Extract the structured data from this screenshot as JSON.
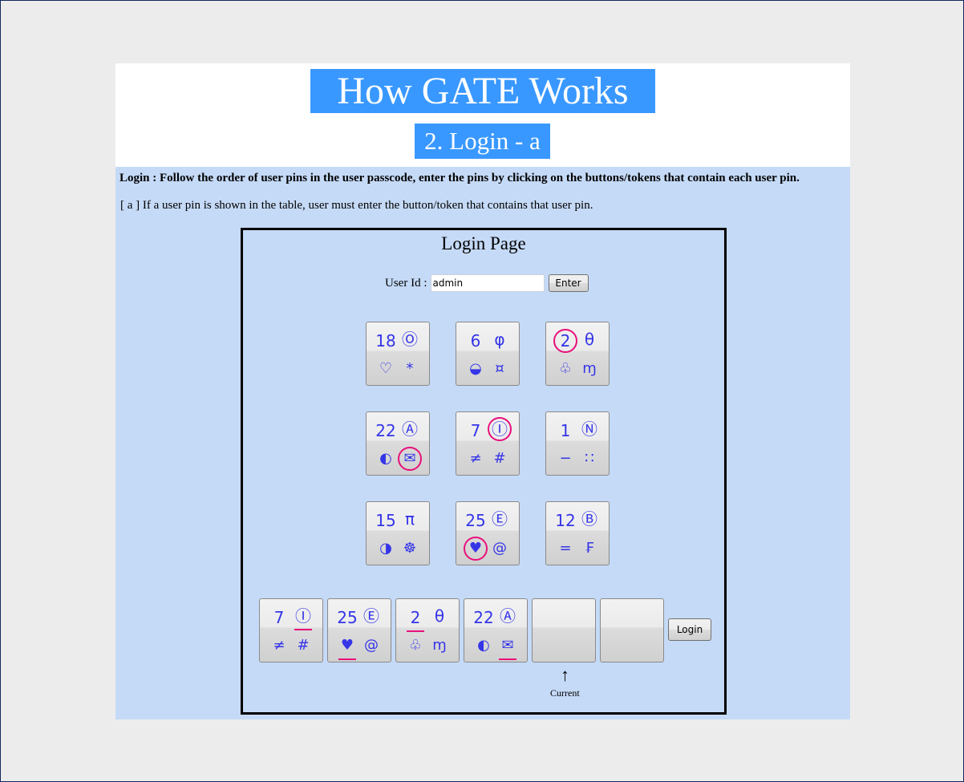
{
  "header": {
    "title": "How GATE Works",
    "subtitle": "2. Login - a"
  },
  "instructions": {
    "main": "Login : Follow the order of user pins in the user passcode, enter the pins by clicking on the buttons/tokens that contain each user pin.",
    "step_a": "[ a ] If a user pin is shown in the table, user must enter the button/token that contains that user pin."
  },
  "login": {
    "title": "Login Page",
    "user_id_label": "User Id :",
    "user_id_value": "admin",
    "enter_label": "Enter",
    "login_label": "Login",
    "current_arrow": "↑",
    "current_label": "Current"
  },
  "highlight_color": "#e8107a",
  "symbol_color": "#3535e8",
  "tokens": [
    {
      "symbols": [
        "18",
        "Ⓞ",
        "♡",
        "*"
      ]
    },
    {
      "symbols": [
        "6",
        "φ",
        "◒",
        "¤"
      ]
    },
    {
      "symbols": [
        "2",
        "θ",
        "♧",
        "ɱ"
      ]
    },
    {
      "symbols": [
        "22",
        "Ⓐ",
        "◐",
        "✉"
      ]
    },
    {
      "symbols": [
        "7",
        "Ⓘ",
        "≠",
        "#"
      ]
    },
    {
      "symbols": [
        "1",
        "Ⓝ",
        "−",
        "∷"
      ]
    },
    {
      "symbols": [
        "15",
        "π",
        "◑",
        "☸"
      ]
    },
    {
      "symbols": [
        "25",
        "Ⓔ",
        "♥",
        "@"
      ]
    },
    {
      "symbols": [
        "12",
        "Ⓑ",
        "=",
        "₣"
      ]
    }
  ],
  "entered": [
    {
      "symbols": [
        "7",
        "Ⓘ",
        "≠",
        "#"
      ]
    },
    {
      "symbols": [
        "25",
        "Ⓔ",
        "♥",
        "@"
      ]
    },
    {
      "symbols": [
        "2",
        "θ",
        "♧",
        "ɱ"
      ]
    },
    {
      "symbols": [
        "22",
        "Ⓐ",
        "◐",
        "✉"
      ]
    },
    {
      "symbols": [
        "",
        "",
        "",
        ""
      ]
    },
    {
      "symbols": [
        "",
        "",
        "",
        ""
      ]
    }
  ]
}
